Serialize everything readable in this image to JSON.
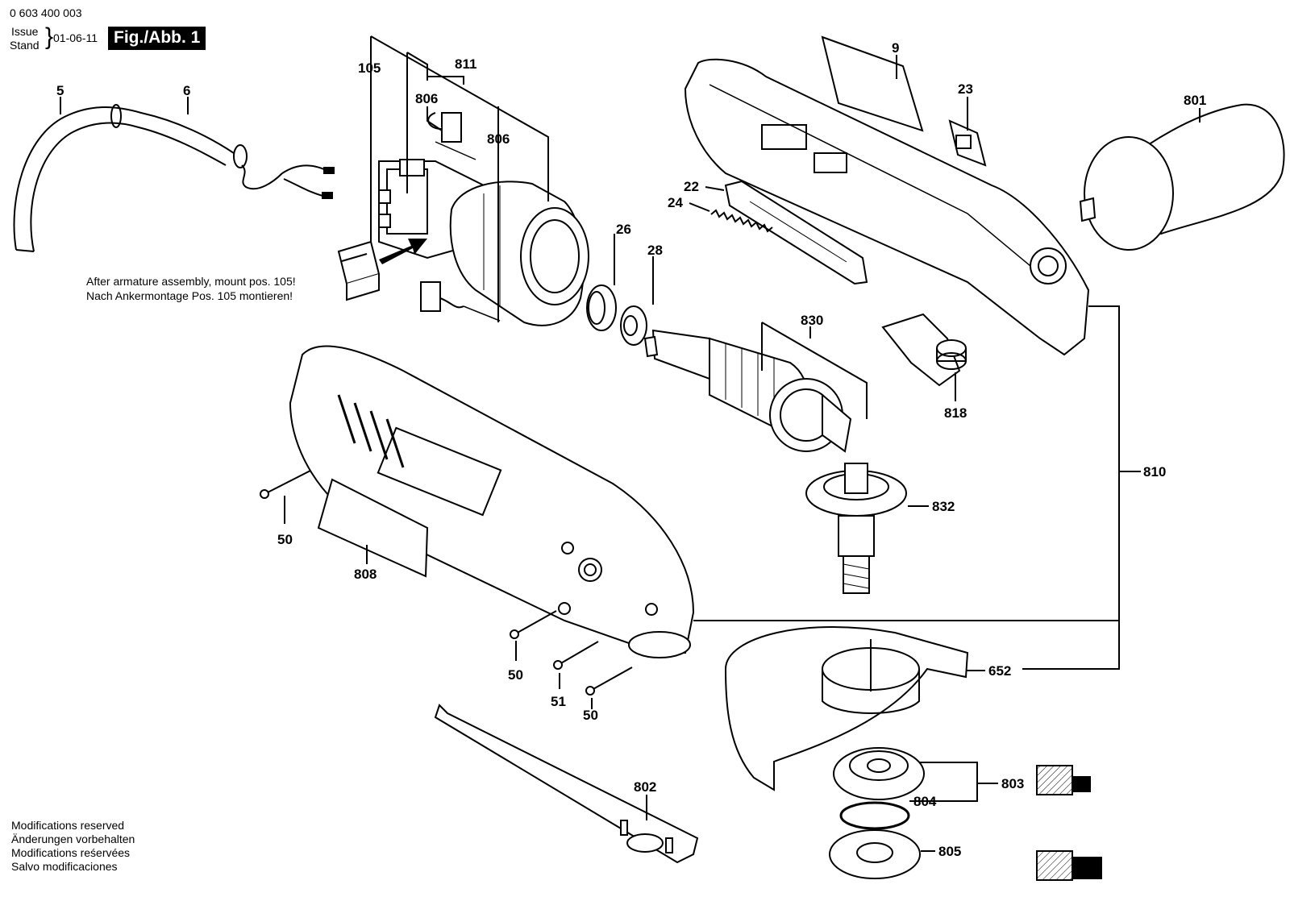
{
  "header": {
    "part_number": "0 603 400 003",
    "issue_label": "Issue",
    "stand_label": "Stand",
    "date": "01-06-11",
    "figure": "Fig./Abb. 1"
  },
  "note": {
    "en": "After armature assembly, mount pos. 105!",
    "de": "Nach Ankermontage Pos. 105 montieren!"
  },
  "footer": {
    "lines": [
      "Modifications reserved",
      "Änderungen vorbehalten",
      "Modifications reśervées",
      "Salvo modificaciones"
    ]
  },
  "part_labels": {
    "p5": "5",
    "p6": "6",
    "p105": "105",
    "p811": "811",
    "p806a": "806",
    "p806b": "806",
    "p9": "9",
    "p23": "23",
    "p801": "801",
    "p22": "22",
    "p24": "24",
    "p26": "26",
    "p28": "28",
    "p830": "830",
    "p818": "818",
    "p810": "810",
    "p832": "832",
    "p50a": "50",
    "p808": "808",
    "p50b": "50",
    "p51": "51",
    "p50c": "50",
    "p652": "652",
    "p802": "802",
    "p803": "803",
    "p804": "804",
    "p805": "805"
  }
}
